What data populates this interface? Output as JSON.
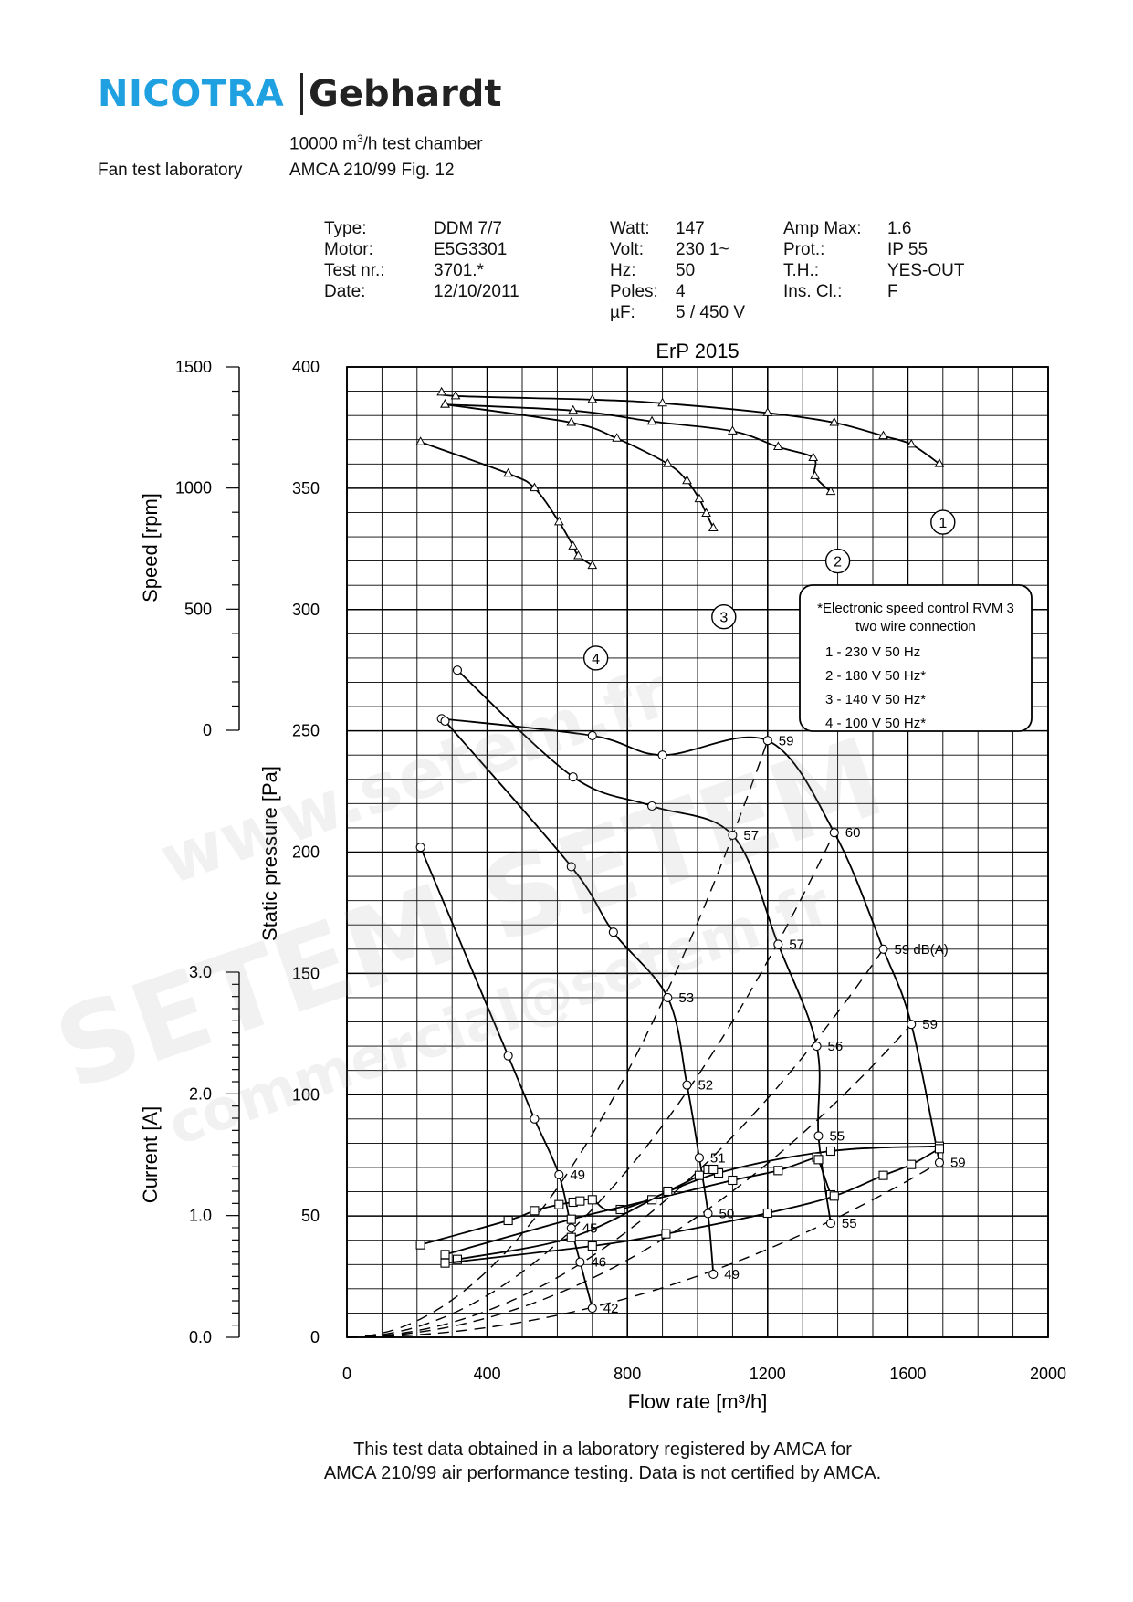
{
  "header": {
    "logo_left": "NICOTRA",
    "logo_right": "Gebhardt",
    "chamber_prefix": "10000 m",
    "chamber_sup": "3",
    "chamber_suffix": "/h test chamber",
    "lab": "Fan test laboratory",
    "standard": "AMCA 210/99 Fig. 12"
  },
  "specs": [
    {
      "label": "Type:",
      "value": "DDM 7/7"
    },
    {
      "label": "Motor:",
      "value": "E5G3301"
    },
    {
      "label": "Test nr.:",
      "value": "3701.*"
    },
    {
      "label": "Date:",
      "value": "12/10/2011"
    },
    {
      "label": "Watt:",
      "value": "147"
    },
    {
      "label": "Volt:",
      "value": "230 1~"
    },
    {
      "label": "Hz:",
      "value": "50"
    },
    {
      "label": "Poles:",
      "value": "4"
    },
    {
      "label": "µF:",
      "value": "5 / 450 V"
    },
    {
      "label": "Amp Max:",
      "value": "1.6"
    },
    {
      "label": "Prot.:",
      "value": "IP 55"
    },
    {
      "label": "T.H.:",
      "value": "YES-OUT"
    },
    {
      "label": "Ins. Cl.:",
      "value": "F"
    }
  ],
  "legend": {
    "title1": "*Electronic speed control RVM 3",
    "title2": "two wire connection",
    "items": [
      "1 - 230 V 50 Hz",
      "2 - 180 V 50 Hz*",
      "3 - 140 V 50 Hz*",
      "4 - 100 V 50 Hz*"
    ]
  },
  "footer": {
    "line1": "This test data obtained in a laboratory registered by AMCA for",
    "line2": "AMCA 210/99 air performance testing. Data is not certified by AMCA."
  },
  "watermark": {
    "line1": "www.setem.fr",
    "line2": "SETEM SETEM",
    "line3": "commercial@setem.fr",
    "line4": "setem.fr"
  },
  "chart_data": {
    "type": "line",
    "title": "ErP 2015",
    "xlabel": "Flow rate [m³/h]",
    "ylabel_pressure": "Static pressure [Pa]",
    "ylabel_speed": "Speed [rpm]",
    "ylabel_current": "Current [A]",
    "xlim": [
      0,
      2000
    ],
    "ylim": [
      0,
      400
    ],
    "x_ticks": [
      0,
      400,
      800,
      1200,
      1600,
      2000
    ],
    "y_ticks": [
      0,
      50,
      100,
      150,
      200,
      250,
      300,
      350,
      400
    ],
    "speed_ticks": [
      0,
      500,
      1000,
      1500
    ],
    "speed_range": [
      0,
      1500
    ],
    "current_ticks": [
      "0.0",
      "1.0",
      "2.0",
      "3.0"
    ],
    "current_range": [
      0,
      3
    ],
    "grid": true,
    "pressure_series": [
      {
        "name": "1",
        "points": [
          [
            270,
            255
          ],
          [
            700,
            248
          ],
          [
            900,
            240
          ],
          [
            1200,
            246
          ],
          [
            1390,
            208
          ],
          [
            1530,
            160
          ],
          [
            1610,
            129
          ],
          [
            1690,
            72
          ]
        ],
        "labels": [
          [
            "1200",
            "59"
          ],
          [
            "1390",
            "60"
          ],
          [
            "1530",
            "59 dB(A)"
          ],
          [
            "1610",
            "59"
          ],
          [
            "1690",
            "59"
          ]
        ]
      },
      {
        "name": "2",
        "points": [
          [
            315,
            275
          ],
          [
            645,
            231
          ],
          [
            870,
            219
          ],
          [
            1100,
            207
          ],
          [
            1230,
            162
          ],
          [
            1340,
            120
          ],
          [
            1345,
            83
          ],
          [
            1380,
            47
          ]
        ],
        "labels": [
          [
            "1100",
            "57"
          ],
          [
            "1230",
            "57"
          ],
          [
            "1340",
            "56"
          ],
          [
            "1345",
            "55"
          ],
          [
            "1380",
            "55"
          ]
        ]
      },
      {
        "name": "3",
        "points": [
          [
            280,
            254
          ],
          [
            640,
            194
          ],
          [
            760,
            167
          ],
          [
            915,
            140
          ],
          [
            970,
            104
          ],
          [
            1005,
            74
          ],
          [
            1030,
            51
          ],
          [
            1045,
            26
          ]
        ],
        "labels": [
          [
            "915",
            "53"
          ],
          [
            "970",
            "52"
          ],
          [
            "1005",
            "51"
          ],
          [
            "1030",
            "50"
          ],
          [
            "1045",
            "49"
          ]
        ]
      },
      {
        "name": "4",
        "points": [
          [
            210,
            202
          ],
          [
            460,
            116
          ],
          [
            535,
            90
          ],
          [
            605,
            67
          ],
          [
            640,
            45
          ],
          [
            665,
            31
          ],
          [
            700,
            12
          ]
        ],
        "labels": [
          [
            "605",
            "49"
          ],
          [
            "640",
            "45"
          ],
          [
            "665",
            "46"
          ],
          [
            "700",
            "42"
          ]
        ]
      }
    ],
    "speed_series": [
      {
        "name": "1",
        "points": [
          [
            270,
            1395
          ],
          [
            310,
            1380
          ],
          [
            700,
            1365
          ],
          [
            900,
            1350
          ],
          [
            1200,
            1310
          ],
          [
            1390,
            1270
          ],
          [
            1530,
            1215
          ],
          [
            1610,
            1180
          ],
          [
            1690,
            1100
          ]
        ]
      },
      {
        "name": "2",
        "points": [
          [
            280,
            1345
          ],
          [
            645,
            1320
          ],
          [
            870,
            1275
          ],
          [
            1100,
            1235
          ],
          [
            1230,
            1170
          ],
          [
            1330,
            1125
          ],
          [
            1335,
            1050
          ],
          [
            1380,
            985
          ]
        ]
      },
      {
        "name": "3",
        "points": [
          [
            280,
            1345
          ],
          [
            640,
            1270
          ],
          [
            770,
            1205
          ],
          [
            915,
            1100
          ],
          [
            970,
            1030
          ],
          [
            1005,
            955
          ],
          [
            1025,
            895
          ],
          [
            1045,
            835
          ]
        ]
      },
      {
        "name": "4",
        "points": [
          [
            210,
            1190
          ],
          [
            460,
            1060
          ],
          [
            535,
            1000
          ],
          [
            605,
            860
          ],
          [
            645,
            760
          ],
          [
            660,
            720
          ],
          [
            700,
            680
          ]
        ]
      }
    ],
    "current_series": [
      {
        "name": "1",
        "points": [
          [
            210,
            0.76
          ],
          [
            460,
            0.96
          ],
          [
            535,
            1.04
          ],
          [
            605,
            1.09
          ],
          [
            645,
            1.11
          ],
          [
            665,
            1.12
          ],
          [
            700,
            1.13
          ],
          [
            780,
            1.05
          ],
          [
            1060,
            1.35
          ],
          [
            1380,
            1.53
          ],
          [
            1690,
            1.57
          ]
        ]
      },
      {
        "name": "2",
        "points": [
          [
            280,
            0.68
          ],
          [
            640,
            0.97
          ],
          [
            870,
            1.13
          ],
          [
            1100,
            1.29
          ],
          [
            1230,
            1.37
          ],
          [
            1340,
            1.48
          ],
          [
            1345,
            1.46
          ],
          [
            1380,
            1.17
          ]
        ]
      },
      {
        "name": "3",
        "points": [
          [
            315,
            0.64
          ],
          [
            640,
            0.82
          ],
          [
            915,
            1.2
          ],
          [
            1005,
            1.33
          ],
          [
            1030,
            1.38
          ],
          [
            1045,
            1.38
          ]
        ]
      },
      {
        "name": "4",
        "points": [
          [
            280,
            0.61
          ],
          [
            700,
            0.75
          ],
          [
            910,
            0.85
          ],
          [
            1200,
            1.02
          ],
          [
            1390,
            1.16
          ],
          [
            1530,
            1.33
          ],
          [
            1610,
            1.42
          ],
          [
            1690,
            1.55
          ]
        ]
      }
    ],
    "system_curves": [
      {
        "points": [
          [
            0,
            0
          ],
          [
            1200,
            246
          ]
        ]
      },
      {
        "points": [
          [
            0,
            0
          ],
          [
            1390,
            208
          ]
        ]
      },
      {
        "points": [
          [
            0,
            0
          ],
          [
            1530,
            160
          ]
        ]
      },
      {
        "points": [
          [
            0,
            0
          ],
          [
            1610,
            129
          ]
        ]
      },
      {
        "points": [
          [
            0,
            0
          ],
          [
            1690,
            72
          ]
        ]
      }
    ],
    "curve_tags": [
      {
        "label": "1",
        "x": 1700,
        "y": 336
      },
      {
        "label": "2",
        "x": 1400,
        "y": 320
      },
      {
        "label": "3",
        "x": 1075,
        "y": 297
      },
      {
        "label": "4",
        "x": 710,
        "y": 280
      }
    ]
  }
}
